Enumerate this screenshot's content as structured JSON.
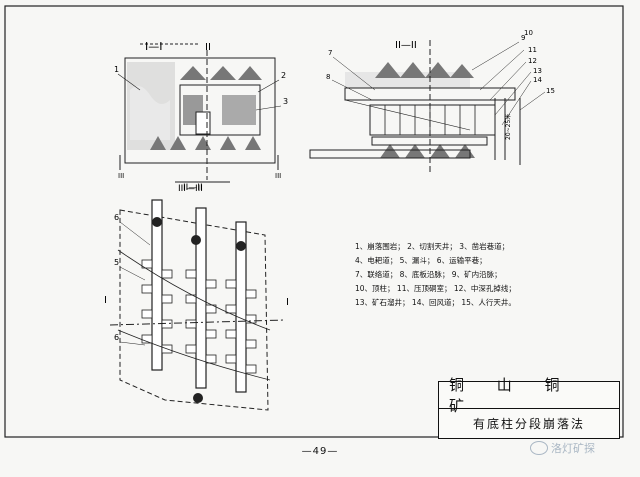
{
  "diagram": {
    "section_labels": {
      "left_top_I": "I—I",
      "left_top_II": "II",
      "left_bottom_II": "II—II",
      "left_III_left": "III",
      "left_III_right": "III",
      "right_top_II": "II—II",
      "plan_III": "III—III",
      "plan_I_left": "I",
      "plan_I_right": "I"
    },
    "callouts": {
      "left": [
        "1",
        "2",
        "3"
      ],
      "right": [
        "7",
        "8",
        "9",
        "10",
        "11",
        "12",
        "13",
        "14",
        "15"
      ],
      "plan": [
        "6",
        "5",
        "6"
      ]
    },
    "dimension_text": "20~25米"
  },
  "legend": [
    "1、崩落围岩；  2、切割天井；  3、凿岩巷道；",
    "4、电耙道；  5、漏斗；  6、运输平巷；",
    "7、联络道；  8、底板沿脉；  9、矿内沿脉；",
    "10、顶柱；  11、压顶硐室；  12、中深孔掉线；",
    "13、矿石溜井；  14、回风道；  15、人行天井。"
  ],
  "title_block": {
    "mine_name": "铜 山 铜 矿",
    "method_name": "有底柱分段崩落法"
  },
  "page_number": "—49—",
  "watermark_text": "洛灯矿探"
}
